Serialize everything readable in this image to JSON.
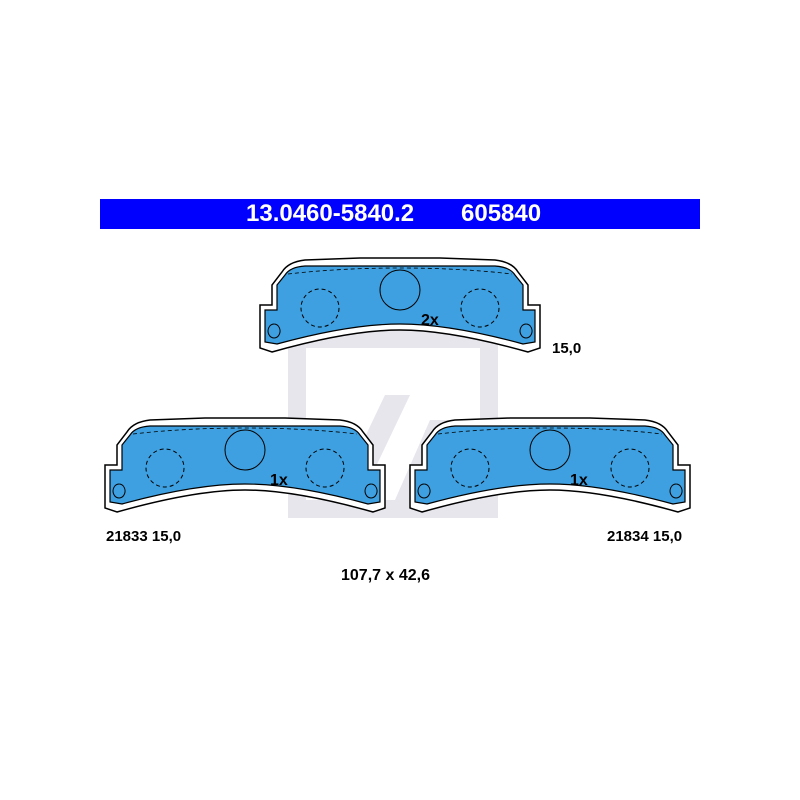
{
  "header": {
    "part_number": "13.0460-5840.2",
    "reference": "605840"
  },
  "pads": {
    "top": {
      "quantity": "2x",
      "thickness": "15,0"
    },
    "left": {
      "quantity": "1x",
      "code_thickness": "21833 15,0"
    },
    "right": {
      "quantity": "1x",
      "code_thickness": "21834 15,0"
    }
  },
  "dimensions": "107,7 x 42,6",
  "colors": {
    "header_bar": "#0000ff",
    "pad_fill": "#3ea0e0",
    "outline": "#000000",
    "watermark": "#e8e8ee"
  }
}
